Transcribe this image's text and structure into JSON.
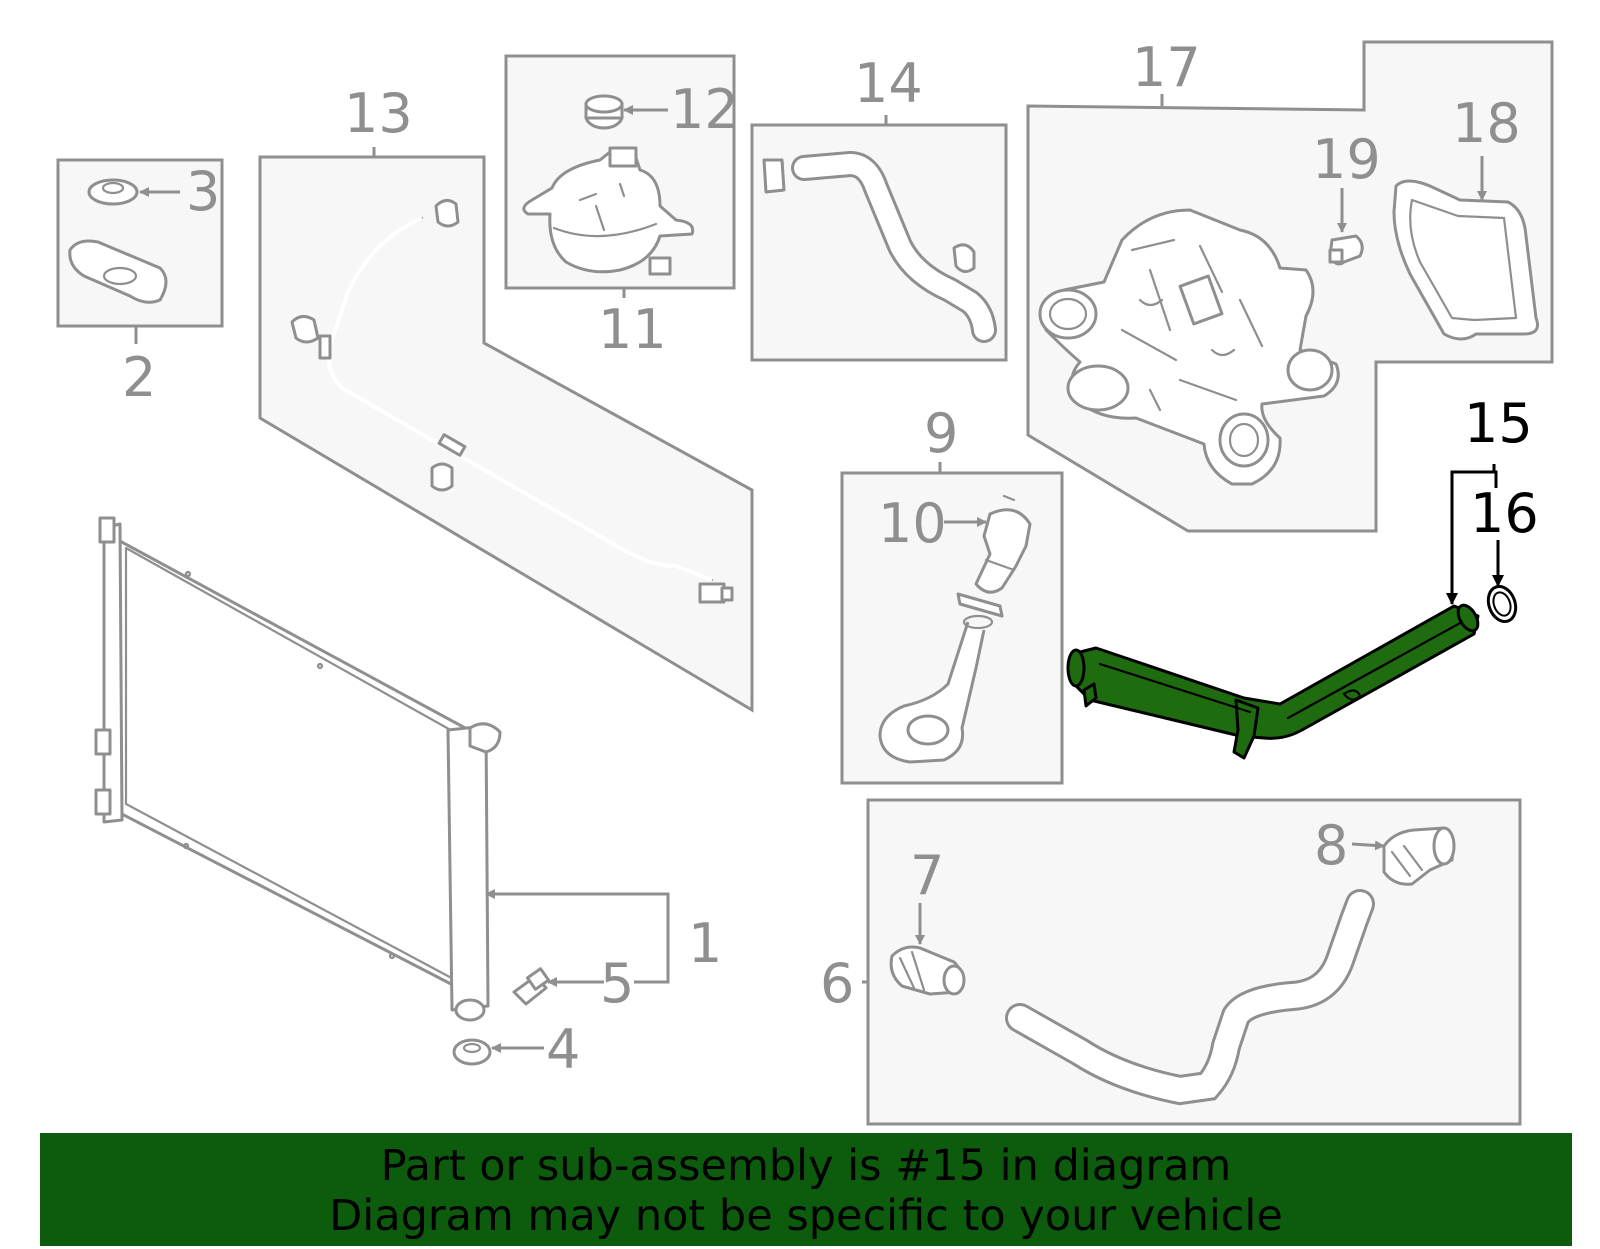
{
  "callouts": {
    "c1": "1",
    "c2": "2",
    "c3": "3",
    "c4": "4",
    "c5": "5",
    "c6": "6",
    "c7": "7",
    "c8": "8",
    "c9": "9",
    "c10": "10",
    "c11": "11",
    "c12": "12",
    "c13": "13",
    "c14": "14",
    "c15": "15",
    "c16": "16",
    "c17": "17",
    "c18": "18",
    "c19": "19"
  },
  "highlighted_part": "15",
  "colors": {
    "highlight_fill": "#1f6b10",
    "banner": "#0d5c0d",
    "line_art": "#8f8f8f"
  },
  "footer": {
    "line1": "Part or sub-assembly is #15 in diagram",
    "line2": "Diagram may not be specific to your vehicle"
  }
}
